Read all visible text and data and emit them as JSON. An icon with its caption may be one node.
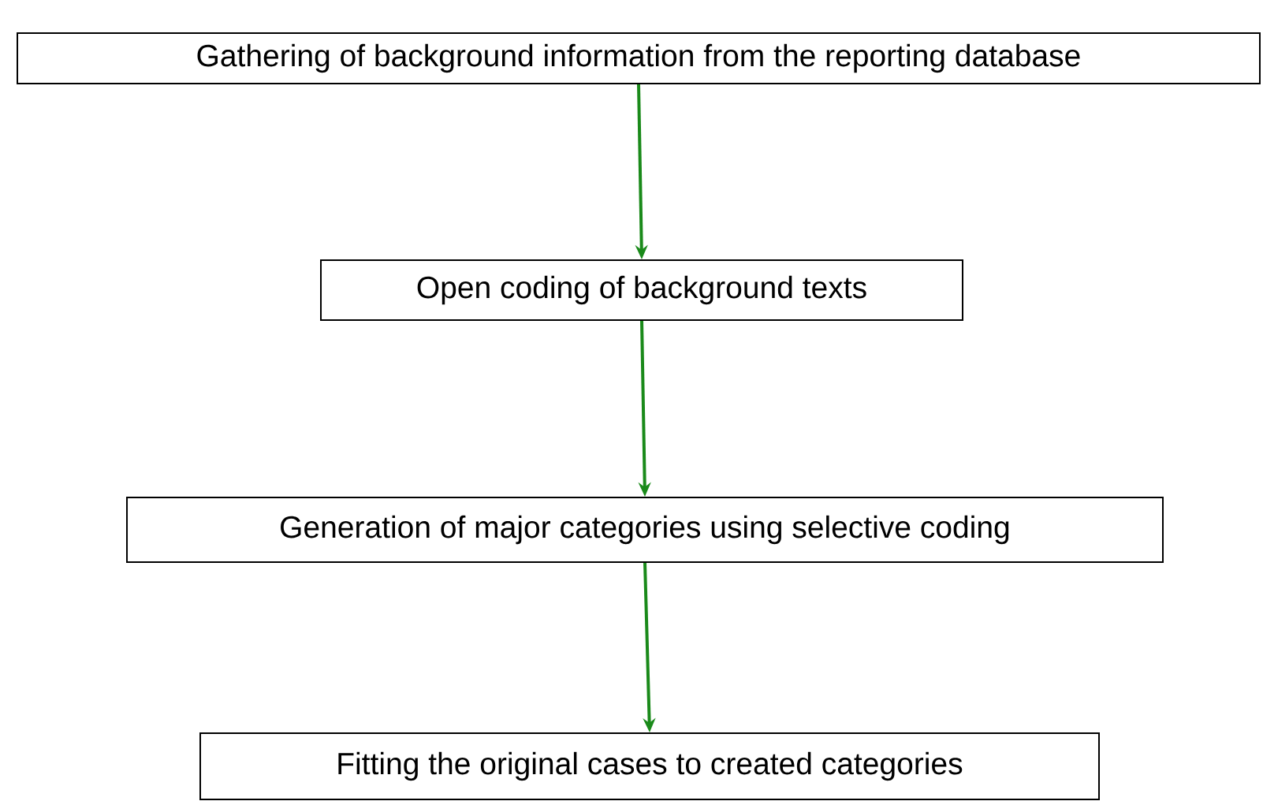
{
  "diagram": {
    "nodes": [
      {
        "text": [
          "Gathering of background information from the reporting database"
        ]
      },
      {
        "text": [
          "Open coding of background texts"
        ]
      },
      {
        "text": [
          "Generation of major categories using selective coding"
        ]
      },
      {
        "text": [
          "Fitting the original cases to created categories"
        ]
      }
    ],
    "edges": [
      {
        "from": 0,
        "to": 1,
        "arrow": "to"
      },
      {
        "from": 1,
        "to": 2,
        "arrow": "to"
      },
      {
        "from": 2,
        "to": 3,
        "arrow": "to"
      }
    ]
  }
}
